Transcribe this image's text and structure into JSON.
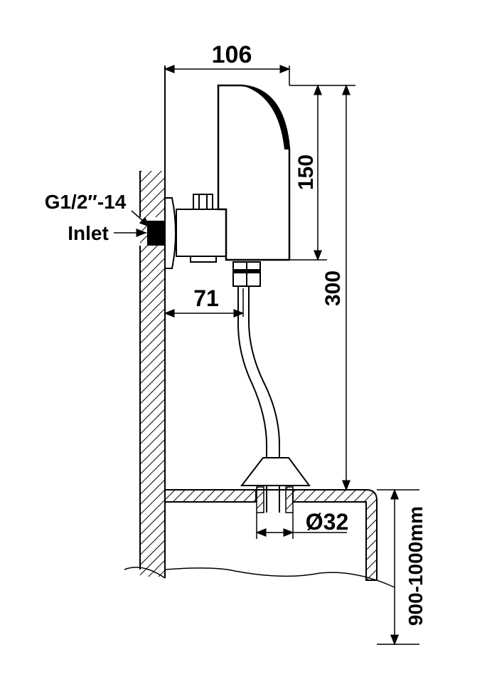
{
  "title": "Automatic urinal flush valve side dimension drawing",
  "dimensions": {
    "width": "106",
    "unit_height": "150",
    "total_height": "300",
    "wall_offset": "71",
    "outlet_diameter": "Ø32",
    "inlet_thread": "G1/2″-14",
    "inlet_label": "Inlet",
    "mount_height": "900-1000mm"
  },
  "colors": {
    "line": "#000000",
    "background": "#ffffff"
  }
}
